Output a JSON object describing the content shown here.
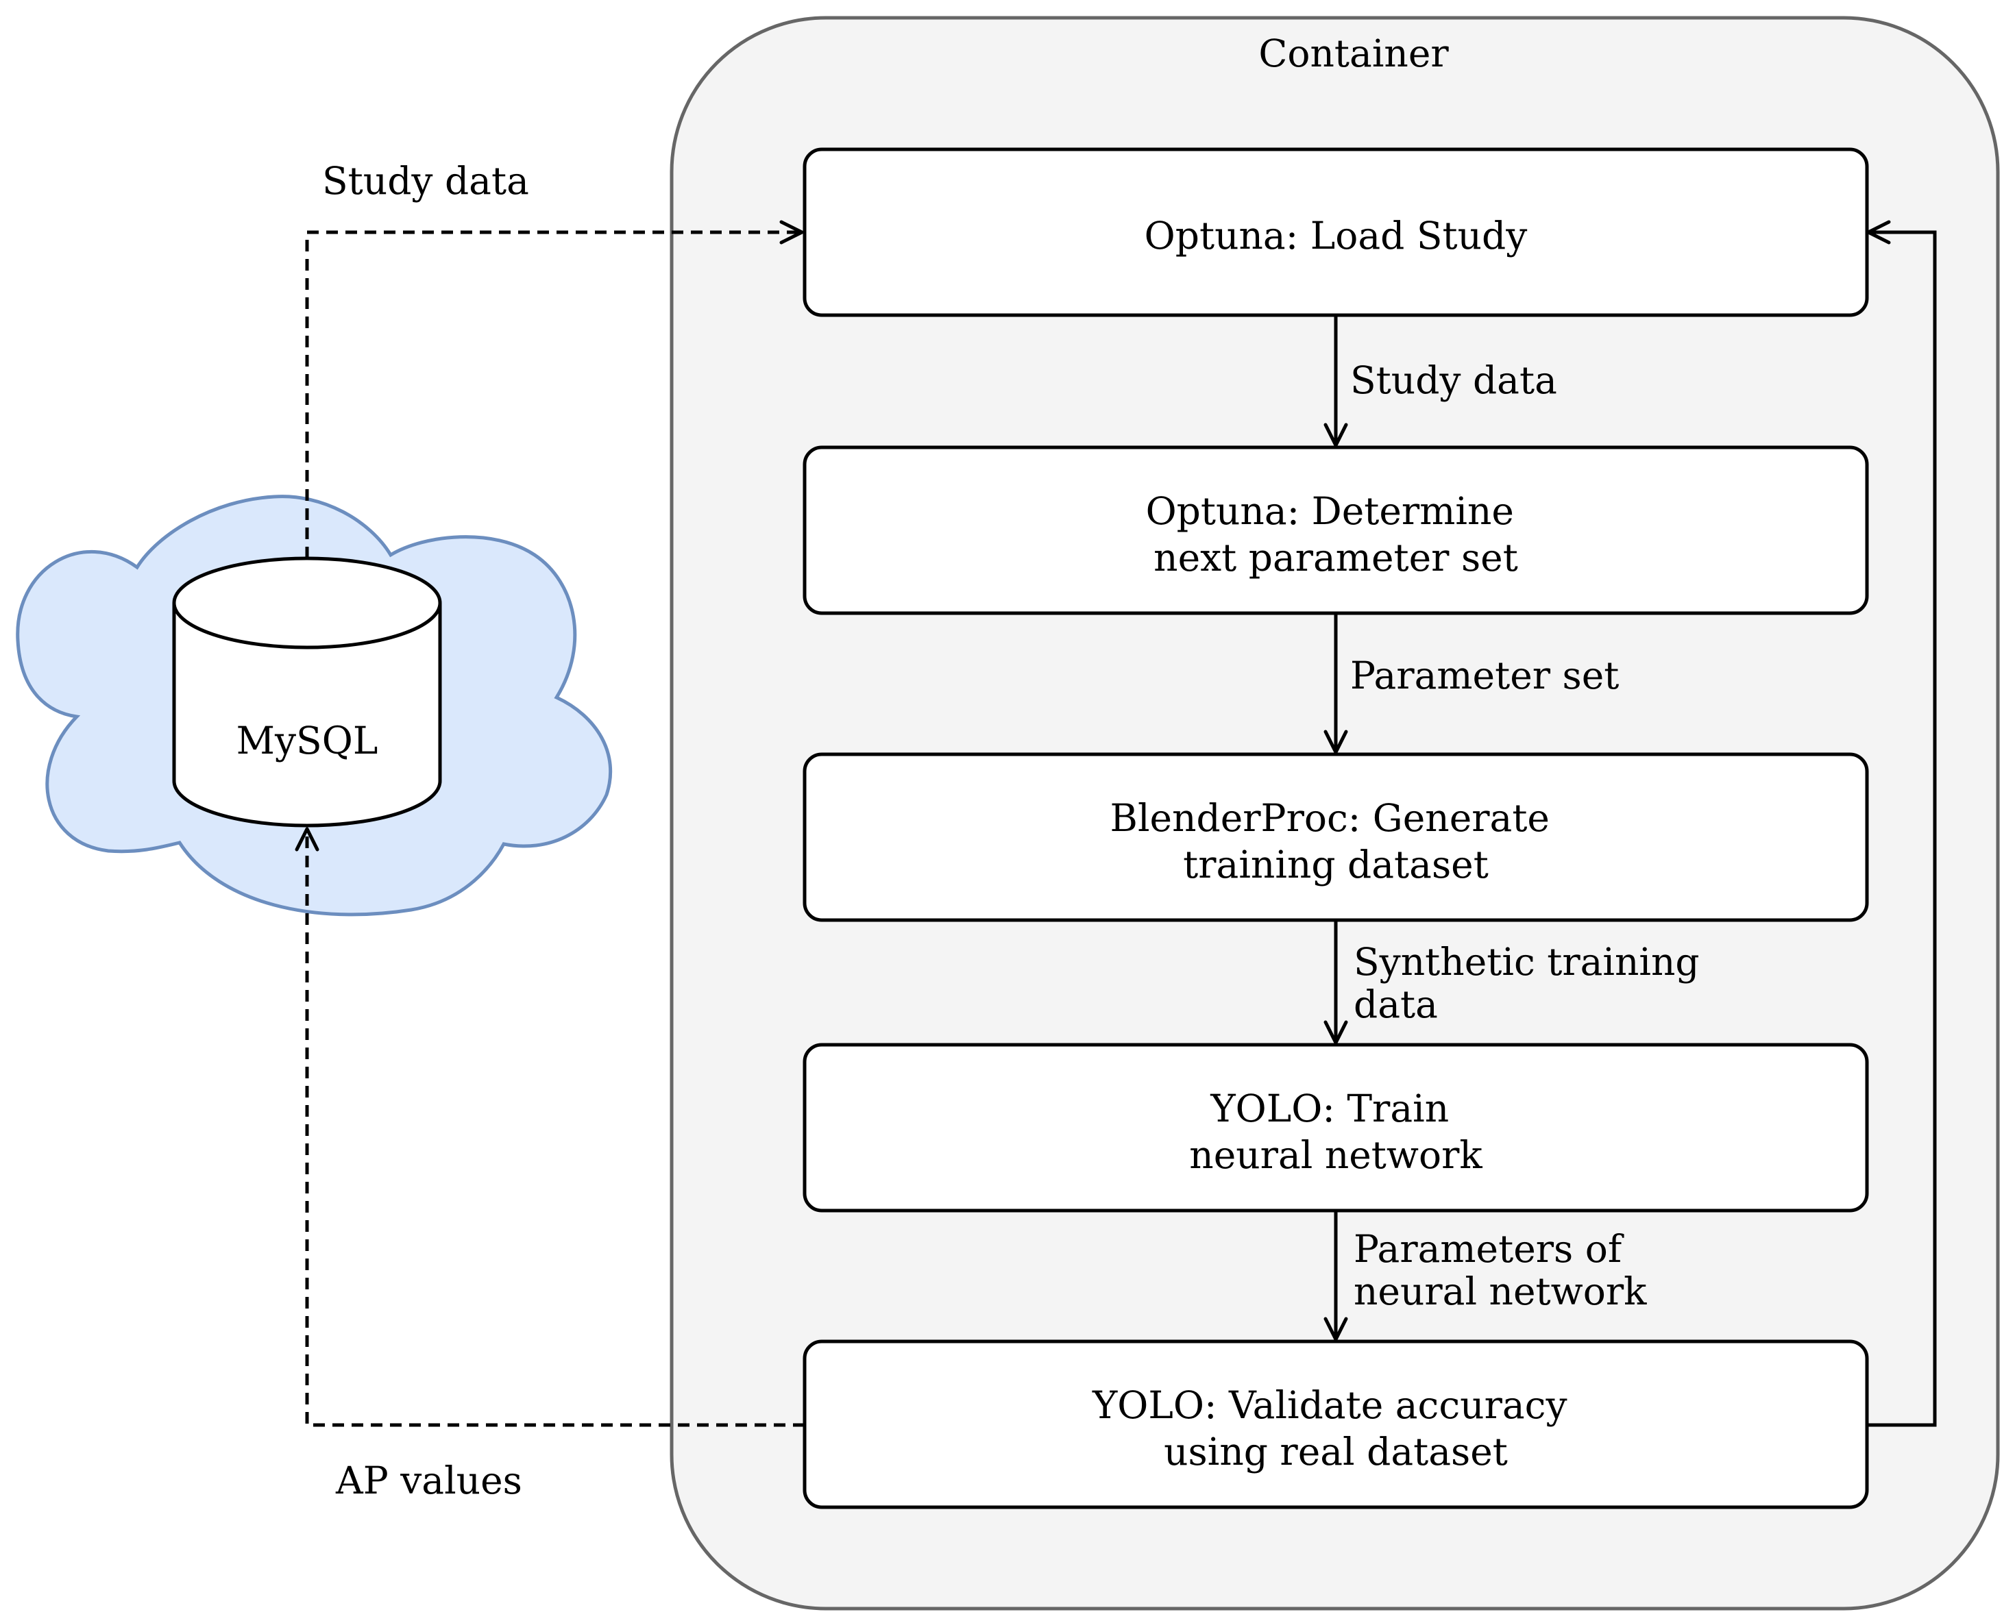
{
  "container": {
    "title": "Container"
  },
  "database": {
    "label": "MySQL"
  },
  "steps": [
    {
      "lines": [
        "Optuna: Load Study"
      ]
    },
    {
      "lines": [
        "Optuna: Determine",
        "next parameter set"
      ]
    },
    {
      "lines": [
        "BlenderProc: Generate",
        "training dataset"
      ]
    },
    {
      "lines": [
        "YOLO: Train",
        "neural network"
      ]
    },
    {
      "lines": [
        "YOLO: Validate accuracy",
        "using real dataset"
      ]
    }
  ],
  "flow_labels": [
    {
      "lines": [
        "Study data"
      ]
    },
    {
      "lines": [
        "Parameter set"
      ]
    },
    {
      "lines": [
        "Synthetic training",
        "data"
      ]
    },
    {
      "lines": [
        "Parameters of",
        "neural network"
      ]
    }
  ],
  "external_edges": {
    "study_data": "Study data",
    "ap_values": "AP values"
  },
  "colors": {
    "container_fill": "#f4f4f4",
    "container_stroke": "#666666",
    "cloud_fill": "#dae8fc",
    "cloud_stroke": "#6c8ebf"
  }
}
